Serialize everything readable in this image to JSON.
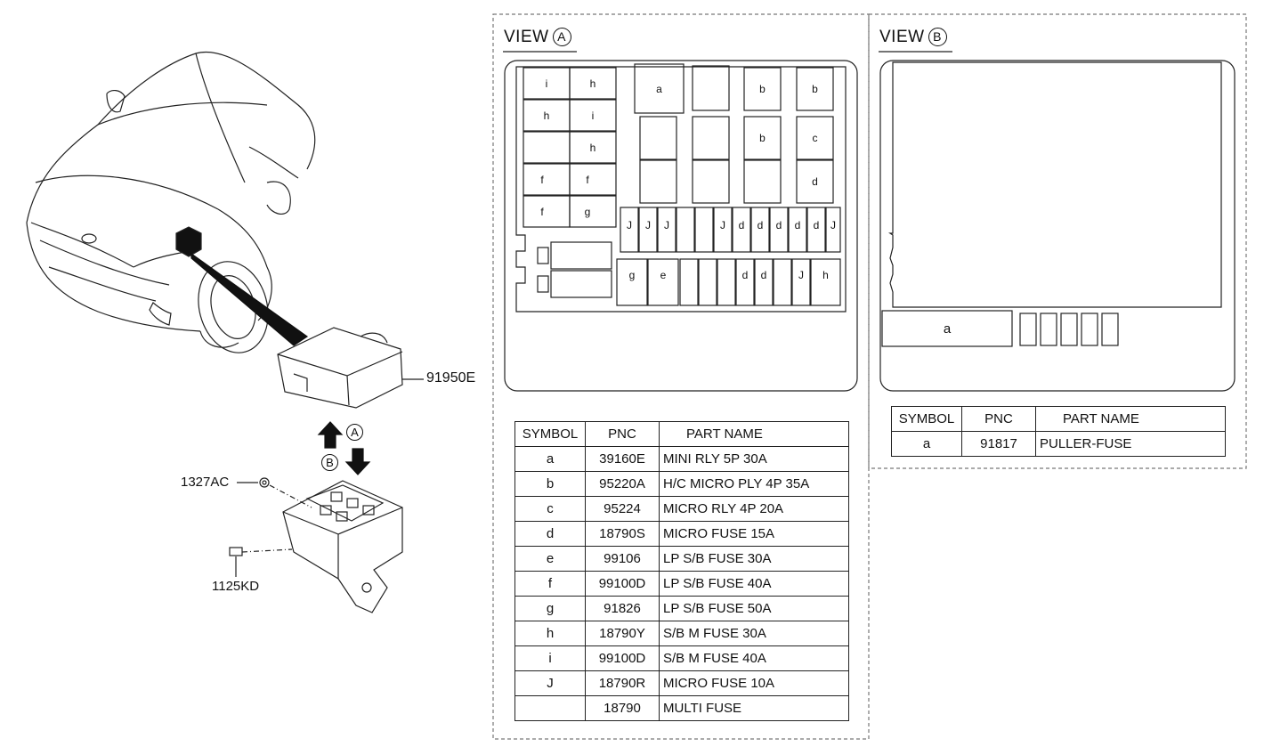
{
  "callouts": {
    "box_cover": "91950E",
    "nut": "1327AC",
    "bolt": "1125KD",
    "arrow_a": "A",
    "arrow_b": "B"
  },
  "view_a": {
    "title": "VIEW",
    "badge": "A",
    "slots": {
      "left_grid": [
        "i",
        "h",
        "h",
        "i",
        "h",
        "f",
        "f",
        "f",
        "g"
      ],
      "relays": [
        "a",
        "b",
        "b",
        "b",
        "c",
        "d"
      ],
      "fuse_row1": [
        "J",
        "J",
        "J",
        "J",
        "d",
        "d",
        "d",
        "d",
        "d",
        "J"
      ],
      "fuse_row2": [
        "g",
        "e",
        "d",
        "d",
        "J",
        "h"
      ]
    },
    "table": {
      "headers": [
        "SYMBOL",
        "PNC",
        "PART NAME"
      ],
      "rows": [
        {
          "symbol": "a",
          "pnc": "39160E",
          "name": "MINI RLY 5P 30A"
        },
        {
          "symbol": "b",
          "pnc": "95220A",
          "name": "H/C MICRO PLY 4P 35A"
        },
        {
          "symbol": "c",
          "pnc": "95224",
          "name": "MICRO RLY 4P 20A"
        },
        {
          "symbol": "d",
          "pnc": "18790S",
          "name": "MICRO FUSE 15A"
        },
        {
          "symbol": "e",
          "pnc": "99106",
          "name": "LP S/B FUSE 30A"
        },
        {
          "symbol": "f",
          "pnc": "99100D",
          "name": "LP S/B FUSE 40A"
        },
        {
          "symbol": "g",
          "pnc": "91826",
          "name": "LP S/B FUSE 50A"
        },
        {
          "symbol": "h",
          "pnc": "18790Y",
          "name": "S/B M FUSE 30A"
        },
        {
          "symbol": "i",
          "pnc": "99100D",
          "name": "S/B M FUSE 40A"
        },
        {
          "symbol": "J",
          "pnc": "18790R",
          "name": "MICRO FUSE 10A"
        },
        {
          "symbol": "",
          "pnc": "18790",
          "name": "MULTI FUSE"
        }
      ]
    }
  },
  "view_b": {
    "title": "VIEW",
    "badge": "B",
    "slot": "a",
    "table": {
      "headers": [
        "SYMBOL",
        "PNC",
        "PART NAME"
      ],
      "rows": [
        {
          "symbol": "a",
          "pnc": "91817",
          "name": "PULLER-FUSE"
        }
      ]
    }
  }
}
